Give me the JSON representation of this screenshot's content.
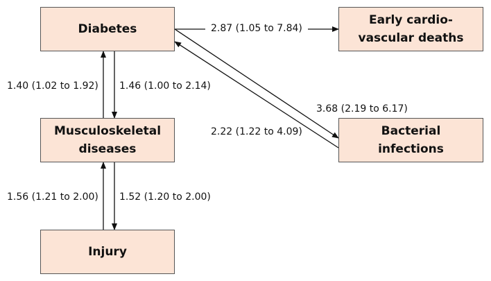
{
  "nodes": {
    "diabetes": "Diabetes",
    "early_deaths_line1": "Early cardio-",
    "early_deaths_line2": "vascular deaths",
    "musculoskeletal_line1": "Musculoskeletal",
    "musculoskeletal_line2": "diseases",
    "bacterial_line1": "Bacterial",
    "bacterial_line2": "infections",
    "injury": "Injury"
  },
  "edges": {
    "diabetes_to_early_deaths": "2.87 (1.05 to 7.84)",
    "musculoskeletal_to_diabetes": "1.40 (1.02 to 1.92)",
    "diabetes_to_musculoskeletal": "1.46 (1.00 to 2.14)",
    "diabetes_to_bacterial": "3.68 (2.19 to 6.17)",
    "bacterial_to_diabetes": "2.22 (1.22 to 4.09)",
    "injury_to_musculoskeletal": "1.56 (1.21 to 2.00)",
    "musculoskeletal_to_injury": "1.52 (1.20 to 2.00)"
  },
  "colors": {
    "box_fill": "#fce4d6",
    "box_border": "#555555",
    "arrow": "#111111"
  }
}
